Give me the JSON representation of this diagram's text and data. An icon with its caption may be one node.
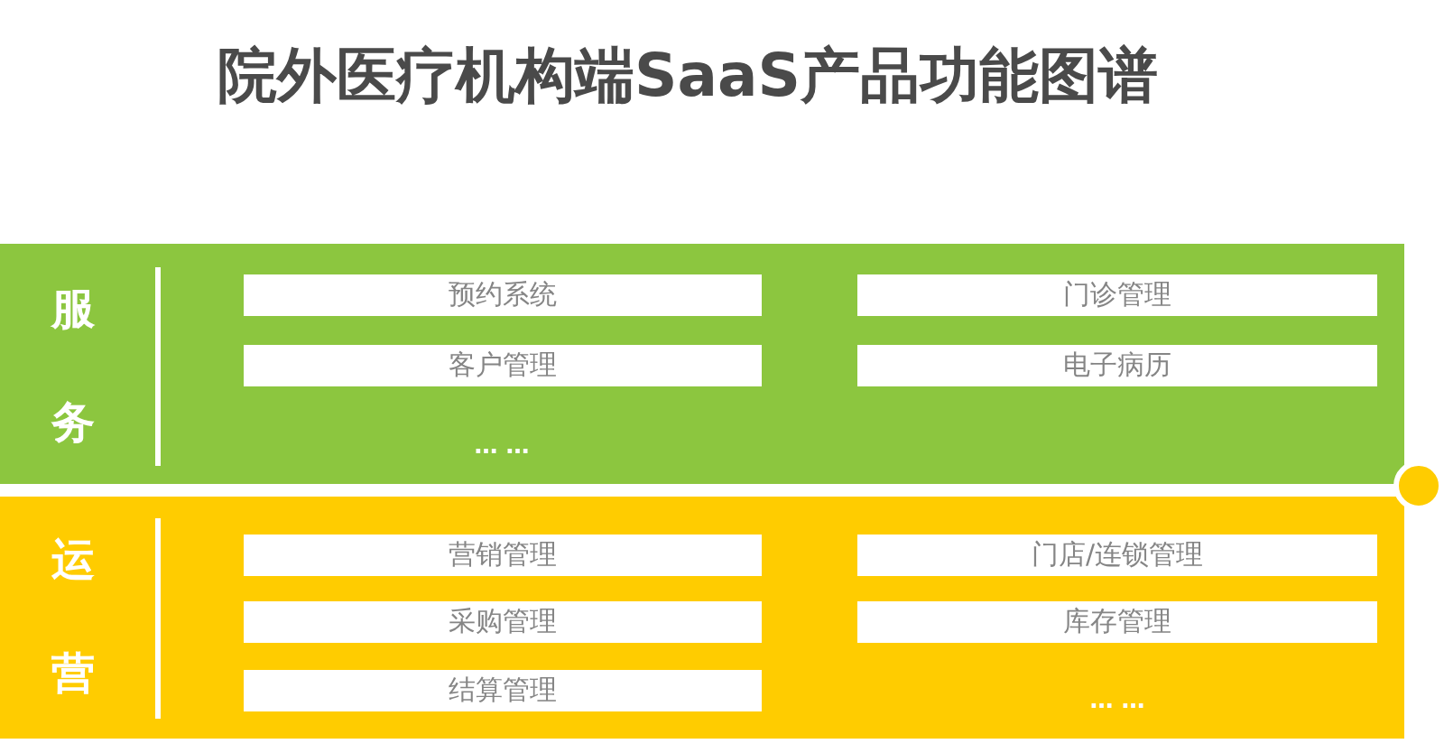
{
  "diagram": {
    "title": "院外医疗机构端SaaS产品功能图谱",
    "nodes": [
      {
        "text": [
          "服务",
          "… …"
        ]
      },
      {
        "text": [
          "预约系统"
        ],
        "in": 0
      },
      {
        "text": [
          "门诊管理"
        ],
        "in": 0
      },
      {
        "text": [
          "客户管理"
        ],
        "in": 0
      },
      {
        "text": [
          "电子病历"
        ],
        "in": 0
      },
      {
        "text": [
          "运营",
          "… …"
        ]
      },
      {
        "text": [
          "营销管理"
        ],
        "in": 5
      },
      {
        "text": [
          "门店/连锁管理"
        ],
        "in": 5
      },
      {
        "text": [
          "采购管理"
        ],
        "in": 5
      },
      {
        "text": [
          "库存管理"
        ],
        "in": 5
      },
      {
        "text": [
          "结算管理"
        ],
        "in": 5
      }
    ]
  }
}
